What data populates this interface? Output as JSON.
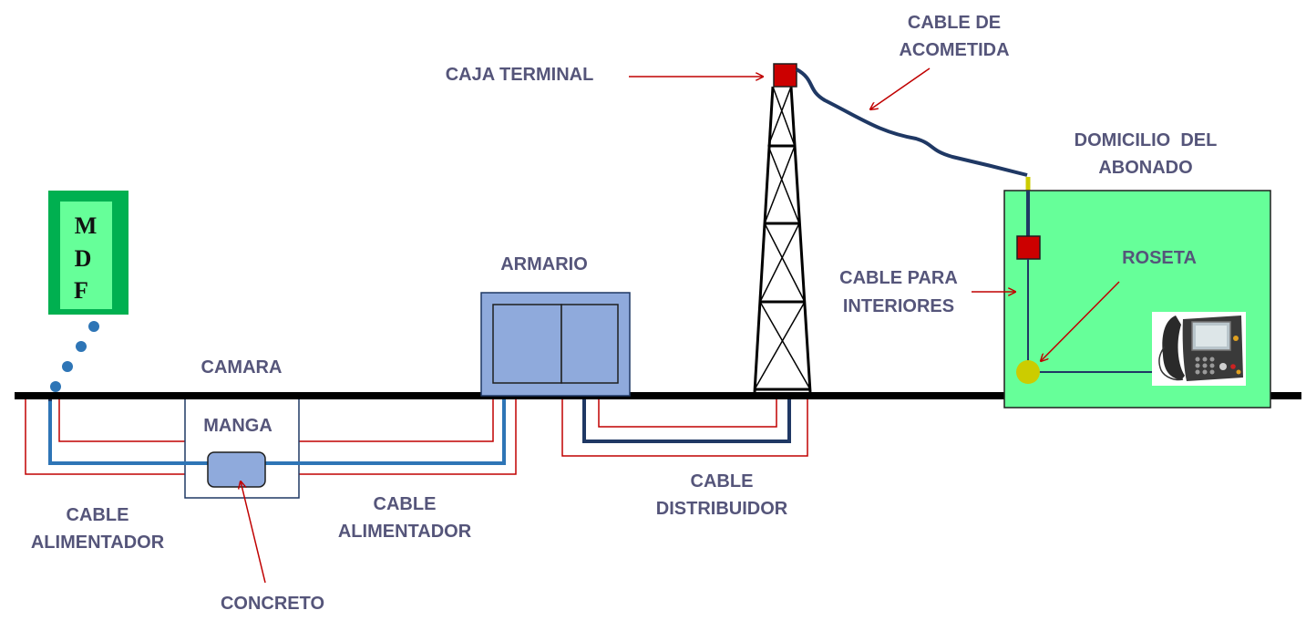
{
  "labels": {
    "mdf": [
      "M",
      "D",
      "F"
    ],
    "camara": "CAMARA",
    "manga": "MANGA",
    "cable_alimentador_left": [
      "CABLE",
      "ALIMENTADOR"
    ],
    "cable_alimentador_mid": [
      "CABLE",
      "ALIMENTADOR"
    ],
    "concreto": "CONCRETO",
    "armario": "ARMARIO",
    "cable_distribuidor": [
      "CABLE",
      "DISTRIBUIDOR"
    ],
    "caja_terminal": "CAJA TERMINAL",
    "cable_acometida": [
      "CABLE DE",
      "ACOMETIDA"
    ],
    "domicilio": [
      "DOMICILIO  DEL",
      "ABONADO"
    ],
    "cable_interiores": [
      "CABLE PARA",
      "INTERIORES"
    ],
    "roseta": "ROSETA"
  },
  "colors": {
    "ground": "#000000",
    "feeder_cable": "#2e75b6",
    "distribution_cable": "#1f3864",
    "duct_outline": "#c00000",
    "arrow": "#c00000",
    "mdf_outer": "#00b050",
    "mdf_inner": "#66ff99",
    "house_fill": "#66ff99",
    "armario_fill": "#8faadc",
    "terminal_box": "#cc0000",
    "roseta": "#cccc00",
    "label_text": "#55557a"
  }
}
